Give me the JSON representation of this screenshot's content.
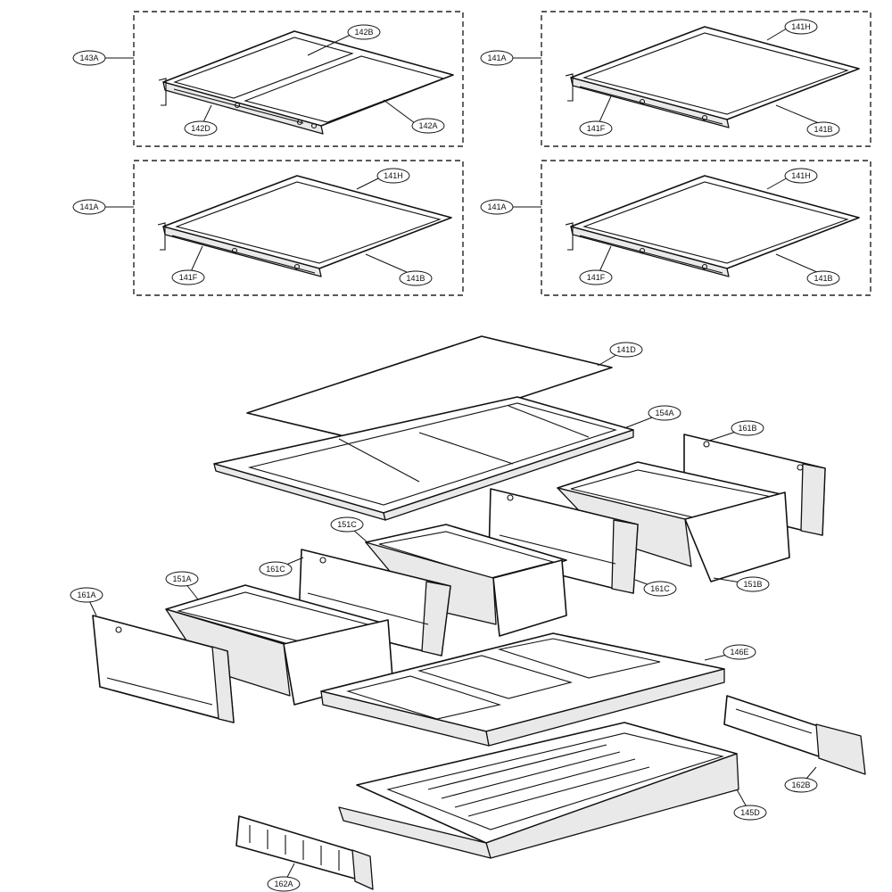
{
  "callouts": {
    "c143A": "143A",
    "c142B": "142B",
    "c142D": "142D",
    "c142A": "142A",
    "c141A_1": "141A",
    "c141H_1": "141H",
    "c141F_1": "141F",
    "c141B_1": "141B",
    "c141A_2": "141A",
    "c141H_2": "141H",
    "c141F_2": "141F",
    "c141B_2": "141B",
    "c141A_3": "141A",
    "c141H_3": "141H",
    "c141F_3": "141F",
    "c141B_3": "141B",
    "c141D": "141D",
    "c154A": "154A",
    "c161B": "161B",
    "c151C": "151C",
    "c161C_1": "161C",
    "c161C_2": "161C",
    "c151B": "151B",
    "c151A": "151A",
    "c161A": "161A",
    "c146E": "146E",
    "c162B": "162B",
    "c145D": "145D",
    "c162A": "162A"
  }
}
